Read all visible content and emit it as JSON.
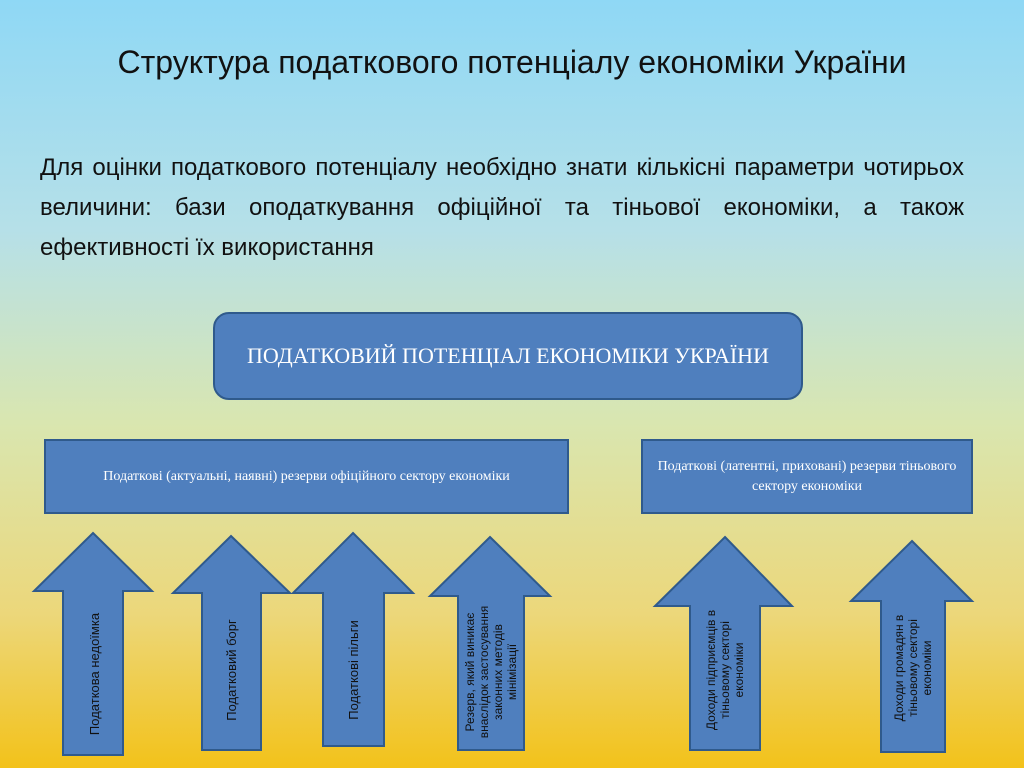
{
  "slide": {
    "title": "Структура податкового потенціалу економіки України",
    "intro": "Для оцінки податкового потенціалу необхідно знати кількісні параметри чотирьох величини: бази оподаткування офіційної та тіньової економіки, а також ефективності їх використання"
  },
  "diagram": {
    "main_box": "ПОДАТКОВИЙ ПОТЕНЦІАЛ ЕКОНОМІКИ УКРАЇНИ",
    "left_box": "Податкові (актуальні, наявні) резерви офіційного сектору економіки",
    "right_box": "Податкові (латентні, приховані) резерви тіньового сектору економіки",
    "arrows": [
      "Податкова недоїмка",
      "Податковий борг",
      "Податкові пільги",
      "Резерв, який виникає внаслідок застосування законних методів мінімізації",
      "Доходи підприємців в тіньовому секторі економіки",
      "Доходи громадян в тіньовому секторі економіки"
    ]
  },
  "colors": {
    "box_fill": "#4f7fbe",
    "box_border": "#2f5a8c"
  }
}
